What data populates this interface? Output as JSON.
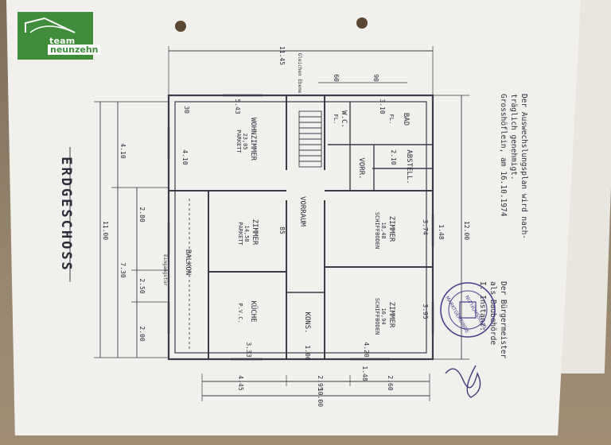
{
  "logo": {
    "line1": "team",
    "line2": "neunzehn"
  },
  "plan": {
    "title": "ERDGESCHOSS",
    "rooms": {
      "wohnzimmer": {
        "name": "WOHNZIMMER",
        "area": "23,05",
        "floor": "PARKETT"
      },
      "zimmer_mid": {
        "name": "ZIMMER",
        "area": "14,58",
        "floor": "PARKETT"
      },
      "kueche": {
        "name": "KÜCHE",
        "area": "",
        "floor": "P.V.C."
      },
      "vorraum": {
        "name": "VORRAUM",
        "area": "",
        "floor": ""
      },
      "bad": {
        "name": "BAD",
        "area": "",
        "floor": "FL."
      },
      "wc": {
        "name": "W.C.",
        "area": "",
        "floor": "FL."
      },
      "vorr_small": {
        "name": "VORR.",
        "area": "",
        "floor": ""
      },
      "abstell": {
        "name": "ABSTELL.",
        "area": "",
        "floor": ""
      },
      "zimmer_right_top": {
        "name": "ZIMMER",
        "area": "18,48",
        "floor": "SCHIFFBODEN"
      },
      "zimmer_right_bot": {
        "name": "ZIMMER",
        "area": "16,94",
        "floor": "SCHIFFBODEN"
      },
      "kons": {
        "name": "KONS.",
        "area": "",
        "floor": ""
      },
      "balkon": {
        "name": "BALKON",
        "area": "",
        "floor": ""
      }
    },
    "dims": {
      "top": "11.45",
      "bottom": "10.00",
      "bottom_left": "4.45",
      "bottom_mid": "2.95",
      "bottom_right": "2.60",
      "left": "11.00",
      "right": "12.00",
      "left_seg1": "4.10",
      "left_seg2": "7.30",
      "left_seg3": "2.80",
      "left_seg4": "2.50",
      "left_seg5": "2.00",
      "right_seg1": "3.74",
      "right_seg2": "3.95",
      "right_seg3": "1.48",
      "wall_a": "5.43",
      "wall_b": "3.10",
      "wall_c": "4.20",
      "wall_d": "3.33",
      "wall_e": "1.06",
      "wall_f": "90",
      "wall_g": "60",
      "wall_h": "85",
      "wall_i": "30",
      "wall_j": "4.10",
      "wall_k": "2.10",
      "wall_l": "1.48"
    },
    "note": [
      "Der Auswechslungsplan wird nach-",
      "träglich genehmigt.",
      "Grosshöflein, am 16.10.1974"
    ],
    "mayor": [
      "Der Bürgermeister",
      "als Baubehörde",
      "I. Instanz:"
    ],
    "stamp": [
      "MARKTGEMEINDE",
      "GROSSHÖFLEIN"
    ],
    "annotations": {
      "top_note": "Gleichen Ebene",
      "left_note": "Eingangstür"
    }
  }
}
